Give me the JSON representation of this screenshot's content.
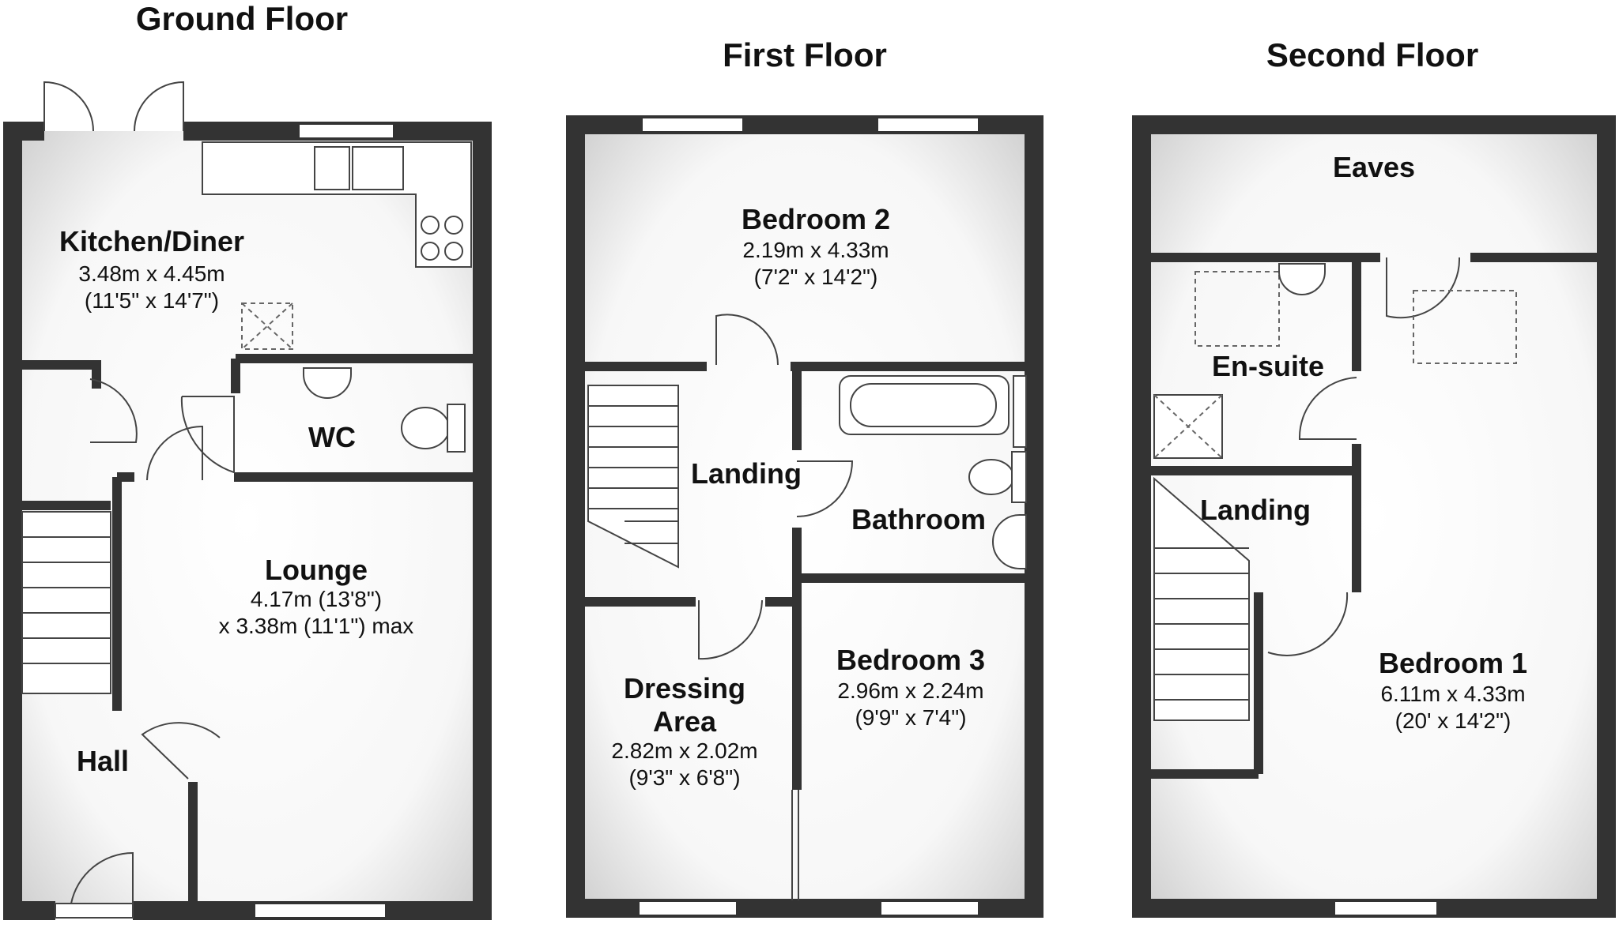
{
  "floors": {
    "ground": {
      "title": "Ground Floor",
      "kitchen": {
        "name": "Kitchen/Diner",
        "dims": "3.48m x 4.45m",
        "imperial": "(11'5\" x 14'7\")"
      },
      "wc": {
        "name": "WC"
      },
      "lounge": {
        "name": "Lounge",
        "dims": "4.17m (13'8\")",
        "dims2": "x 3.38m (11'1\") max"
      },
      "hall": {
        "name": "Hall"
      }
    },
    "first": {
      "title": "First Floor",
      "bedroom2": {
        "name": "Bedroom 2",
        "dims": "2.19m x 4.33m",
        "imperial": "(7'2\" x 14'2\")"
      },
      "landing": {
        "name": "Landing"
      },
      "bathroom": {
        "name": "Bathroom"
      },
      "dressing": {
        "name1": "Dressing",
        "name2": "Area",
        "dims": "2.82m x 2.02m",
        "imperial": "(9'3\" x 6'8\")"
      },
      "bedroom3": {
        "name": "Bedroom 3",
        "dims": "2.96m x 2.24m",
        "imperial": "(9'9\" x 7'4\")"
      }
    },
    "second": {
      "title": "Second Floor",
      "eaves": {
        "name": "Eaves"
      },
      "ensuite": {
        "name": "En-suite"
      },
      "landing": {
        "name": "Landing"
      },
      "bedroom1": {
        "name": "Bedroom 1",
        "dims": "6.11m x 4.33m",
        "imperial": "(20' x 14'2\")"
      }
    }
  }
}
